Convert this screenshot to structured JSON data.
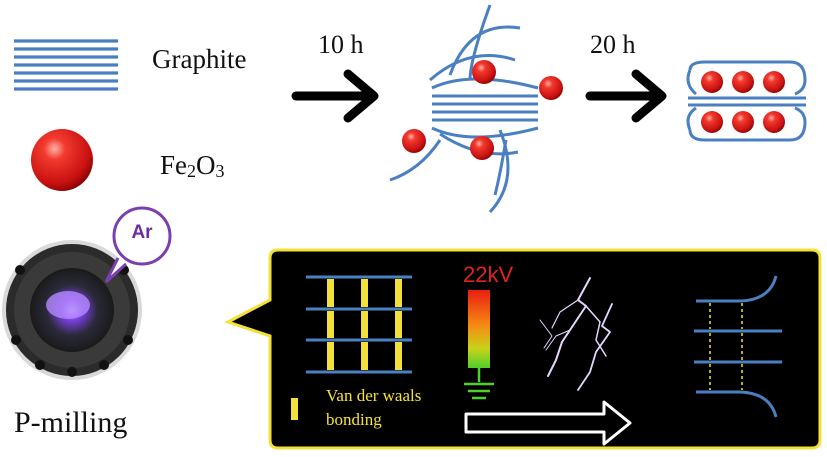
{
  "labels": {
    "graphite": "Graphite",
    "fe2o3_main": "Fe",
    "fe2o3_sub1": "2",
    "fe2o3_O": "O",
    "fe2o3_sub2": "3",
    "time_first": "10 h",
    "time_second": "20 h",
    "ar_badge": "Ar",
    "pmilling": "P-milling",
    "voltage": "22kV",
    "vdw_legend": "Van der waals bonding"
  },
  "colors": {
    "graphite_line": "#4a7fc1",
    "particle_red": "#e02020",
    "panel_bg": "#000000",
    "panel_border": "#f3e13a",
    "vdw_bond": "#f3e13a",
    "ar_purple": "#7b3fb0",
    "voltage_text": "#e0231c"
  },
  "icons": {
    "arrow_1": "right-arrow-icon",
    "arrow_2": "right-arrow-icon",
    "hollow_arrow": "hollow-right-arrow-icon",
    "ground": "ground-symbol-icon",
    "lightning": "lightning-icon"
  }
}
